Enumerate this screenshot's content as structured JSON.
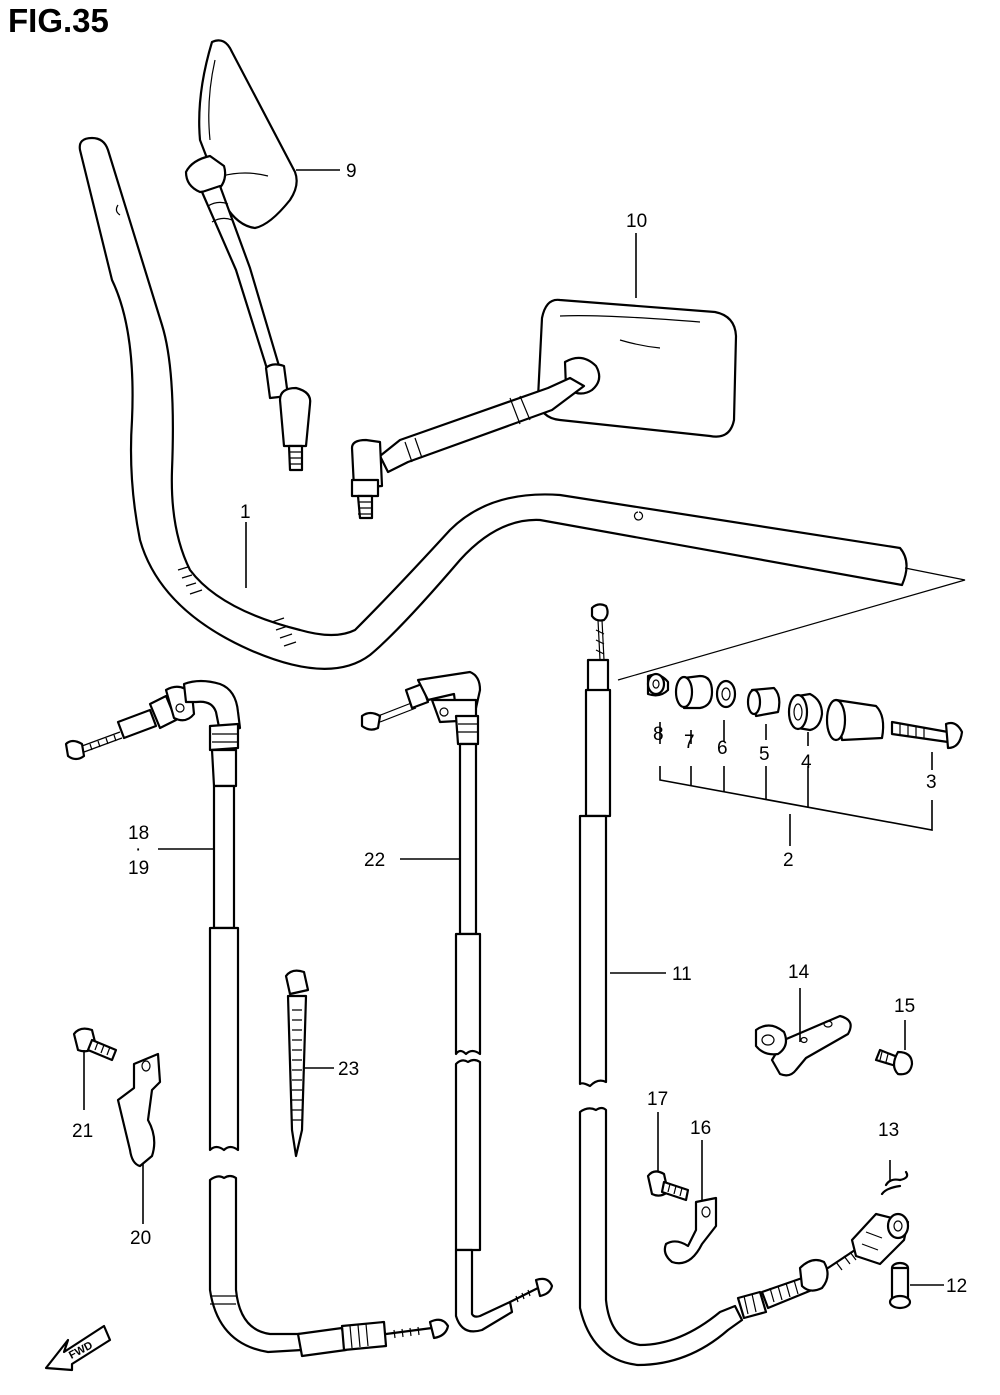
{
  "figure": {
    "title": "FIG.35",
    "direction_label": "FWD"
  },
  "callouts": [
    {
      "id": "c1",
      "label": "1"
    },
    {
      "id": "c2",
      "label": "2"
    },
    {
      "id": "c3",
      "label": "3"
    },
    {
      "id": "c4",
      "label": "4"
    },
    {
      "id": "c5",
      "label": "5"
    },
    {
      "id": "c6",
      "label": "6"
    },
    {
      "id": "c7",
      "label": "7"
    },
    {
      "id": "c8",
      "label": "8"
    },
    {
      "id": "c9",
      "label": "9"
    },
    {
      "id": "c10",
      "label": "10"
    },
    {
      "id": "c11",
      "label": "11"
    },
    {
      "id": "c12",
      "label": "12"
    },
    {
      "id": "c13",
      "label": "13"
    },
    {
      "id": "c14",
      "label": "14"
    },
    {
      "id": "c15",
      "label": "15"
    },
    {
      "id": "c16",
      "label": "16"
    },
    {
      "id": "c17",
      "label": "17"
    },
    {
      "id": "c18",
      "label": "18"
    },
    {
      "id": "c18dot",
      "label": "·"
    },
    {
      "id": "c19",
      "label": "19"
    },
    {
      "id": "c20",
      "label": "20"
    },
    {
      "id": "c21",
      "label": "21"
    },
    {
      "id": "c22",
      "label": "22"
    },
    {
      "id": "c23",
      "label": "23"
    }
  ]
}
